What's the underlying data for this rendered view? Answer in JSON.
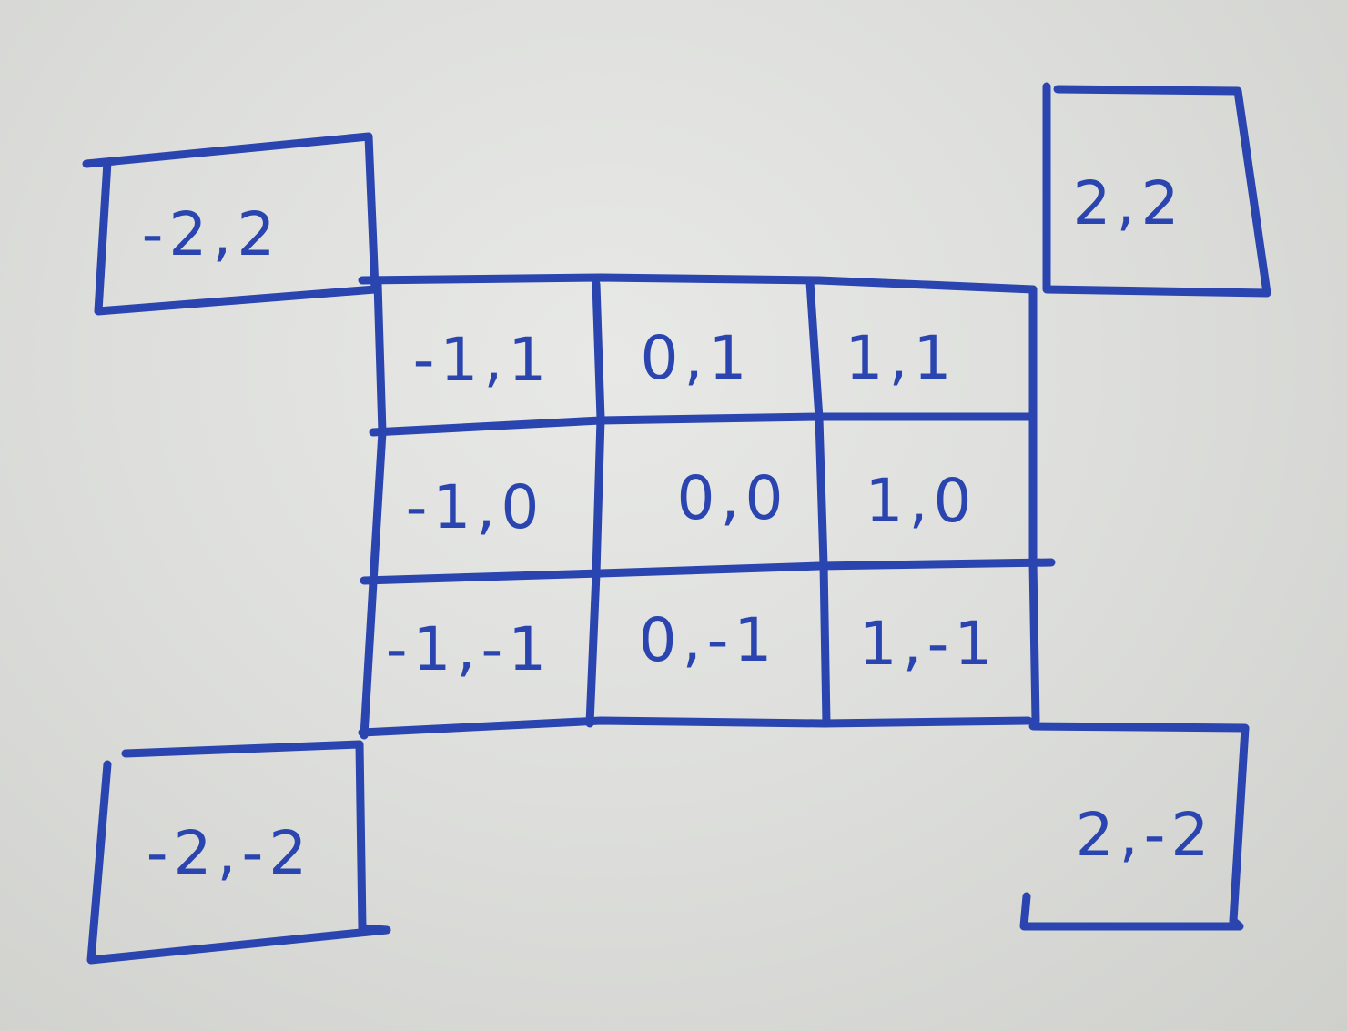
{
  "ink_color": "#2a44b0",
  "board_color": "#dedfdc",
  "cells": {
    "corner_top_left": "-2,2",
    "corner_top_right": "2,2",
    "corner_bottom_left": "-2,-2",
    "corner_bottom_right": "2,-2",
    "grid_r1_c1": "-1,1",
    "grid_r1_c2": "0,1",
    "grid_r1_c3": "1,1",
    "grid_r2_c1": "-1,0",
    "grid_r2_c2": "0,0",
    "grid_r2_c3": "1,0",
    "grid_r3_c1": "-1,-1",
    "grid_r3_c2": "0,-1",
    "grid_r3_c3": "1,-1"
  }
}
